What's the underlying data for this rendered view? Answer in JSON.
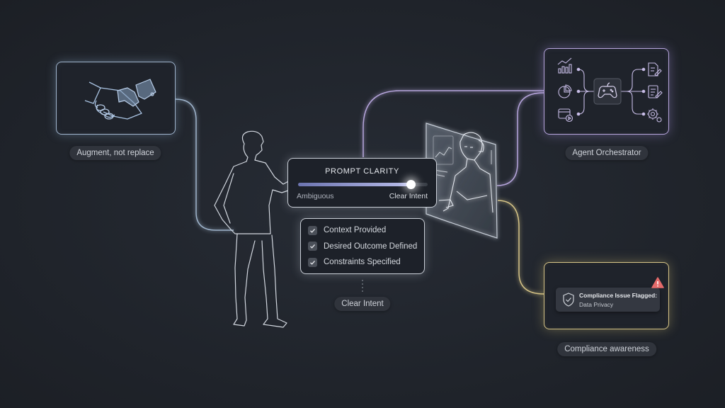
{
  "nodes": {
    "augment": {
      "caption": "Augment, not replace",
      "icon": "handshake-icon"
    },
    "prompt_clarity": {
      "title": "PROMPT CLARITY",
      "left_label": "Ambiguous",
      "right_label": "Clear Intent",
      "value_percent": 87
    },
    "checklist": {
      "items": [
        {
          "label": "Context Provided",
          "checked": true
        },
        {
          "label": "Desired Outcome Defined",
          "checked": true
        },
        {
          "label": "Constraints Specified",
          "checked": true
        }
      ],
      "caption": "Clear Intent"
    },
    "orchestrator": {
      "caption": "Agent Orchestrator",
      "center_icon": "gamepad-icon",
      "inputs": [
        "bar-chart-icon",
        "pie-chart-icon",
        "browser-play-icon"
      ],
      "outputs": [
        "document-edit-icon",
        "document-edit-icon",
        "gear-icon"
      ]
    },
    "compliance": {
      "caption": "Compliance awareness",
      "alert_title": "Compliance Issue Flagged:",
      "alert_detail": "Data Privacy",
      "warning_symbol": "!"
    }
  },
  "colors": {
    "background": "#22262e",
    "blue_connector": "#9fb4cc",
    "violet_connector": "#b6a5dc",
    "gold_connector": "#d6c487",
    "warning": "#e46a6a"
  }
}
